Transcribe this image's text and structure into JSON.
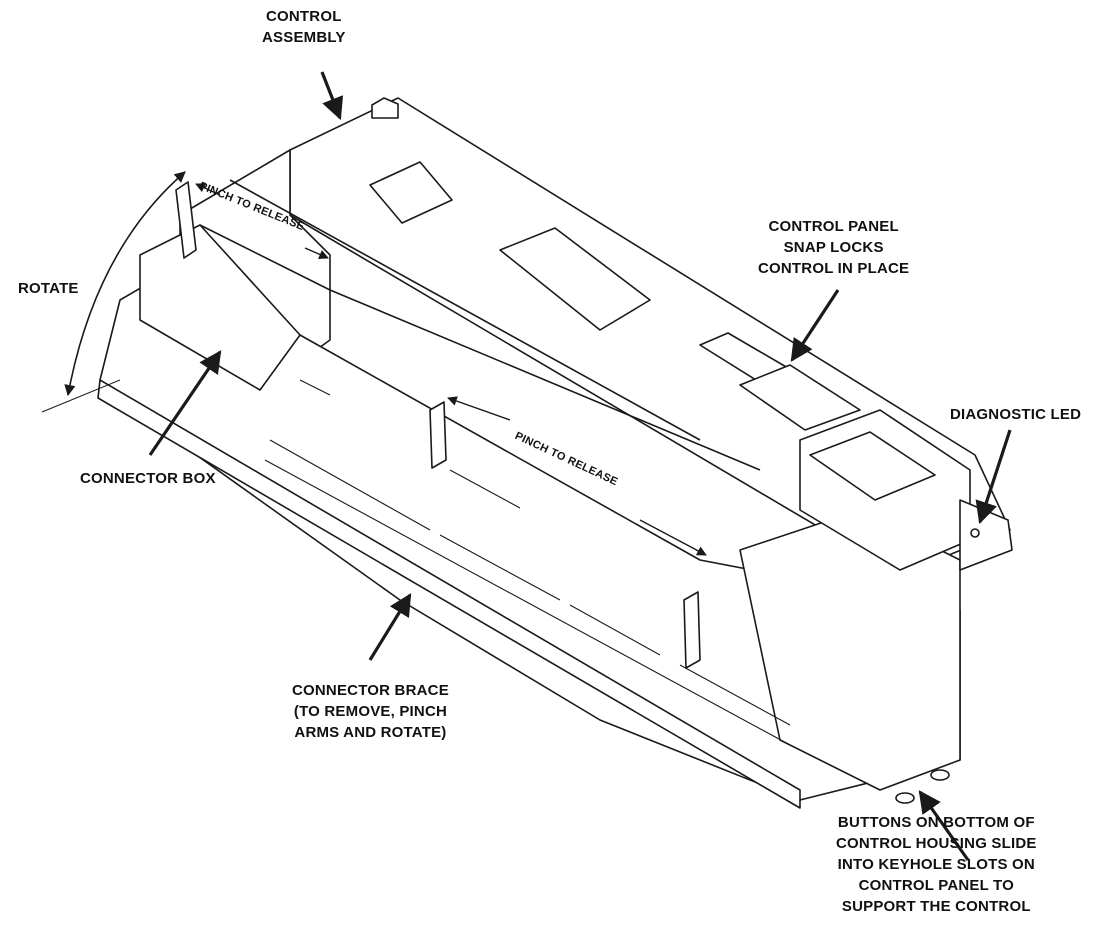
{
  "labels": {
    "control_assembly": [
      "CONTROL",
      "ASSEMBLY"
    ],
    "rotate": "ROTATE",
    "pinch_to_release_1": "PINCH TO RELEASE",
    "pinch_to_release_2": "PINCH TO RELEASE",
    "control_panel_snap": [
      "CONTROL PANEL",
      "SNAP LOCKS",
      "CONTROL IN PLACE"
    ],
    "diagnostic_led": "DIAGNOSTIC LED",
    "connector_box": "CONNECTOR BOX",
    "connector_brace": [
      "CONNECTOR BRACE",
      "(TO REMOVE, PINCH",
      "ARMS AND ROTATE)"
    ],
    "buttons_note": [
      "BUTTONS ON BOTTOM OF",
      "CONTROL HOUSING SLIDE",
      "INTO KEYHOLE SLOTS ON",
      "CONTROL PANEL TO",
      "SUPPORT THE CONTROL"
    ]
  },
  "colors": {
    "line": "#1a1a1a",
    "fill": "#ffffff",
    "text": "#111111"
  }
}
